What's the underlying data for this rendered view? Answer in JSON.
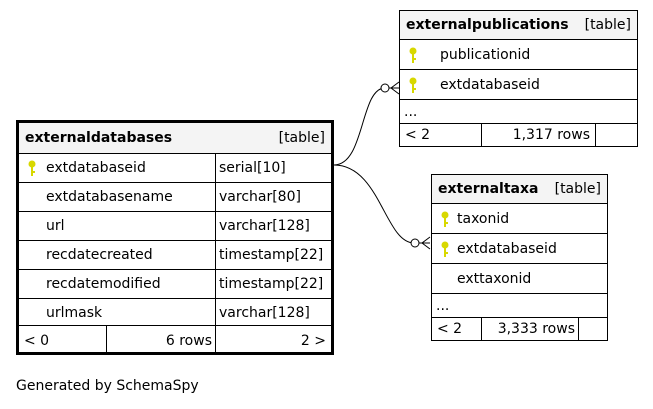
{
  "tables": {
    "externaldatabases": {
      "name": "externaldatabases",
      "kind": "[table]",
      "columns": [
        {
          "name": "extdatabaseid",
          "type": "serial[10]",
          "key": true
        },
        {
          "name": "extdatabasename",
          "type": "varchar[80]",
          "key": false
        },
        {
          "name": "url",
          "type": "varchar[128]",
          "key": false
        },
        {
          "name": "recdatecreated",
          "type": "timestamp[22]",
          "key": false
        },
        {
          "name": "recdatemodified",
          "type": "timestamp[22]",
          "key": false
        },
        {
          "name": "urlmask",
          "type": "varchar[128]",
          "key": false
        }
      ],
      "footer": {
        "parents": "< 0",
        "rows": "6 rows",
        "children": "2 >"
      }
    },
    "externalpublications": {
      "name": "externalpublications",
      "kind": "[table]",
      "columns": [
        {
          "name": "publicationid",
          "key": true
        },
        {
          "name": "extdatabaseid",
          "key": true
        }
      ],
      "ellipsis": "...",
      "footer": {
        "parents": "< 2",
        "rows": "1,317 rows",
        "children": ""
      }
    },
    "externaltaxa": {
      "name": "externaltaxa",
      "kind": "[table]",
      "columns": [
        {
          "name": "taxonid",
          "key": true
        },
        {
          "name": "extdatabaseid",
          "key": true
        },
        {
          "name": "exttaxonid",
          "key": false
        }
      ],
      "ellipsis": "...",
      "footer": {
        "parents": "< 2",
        "rows": "3,333 rows",
        "children": ""
      }
    }
  },
  "generated_by": "Generated by SchemaSpy",
  "colors": {
    "key_icon": "#d8d800",
    "header_bg": "#f4f4f4",
    "line": "#000000"
  },
  "icons": {
    "key": "key-icon"
  }
}
